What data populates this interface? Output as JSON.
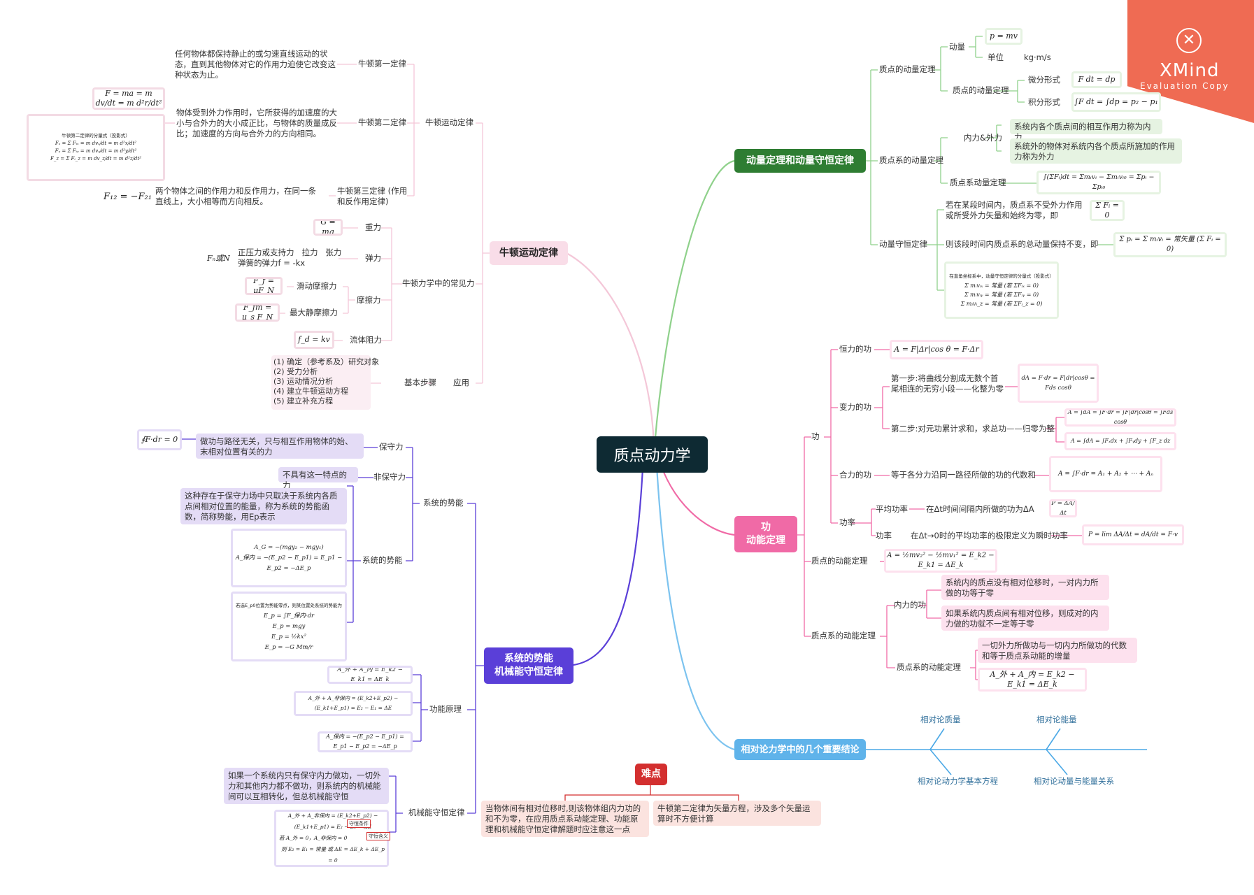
{
  "root": "质点动力学",
  "watermark": {
    "brand": "XMind",
    "subtitle": "Evaluation Copy"
  },
  "colors": {
    "newton": "#f9dde8",
    "momentum": "#2e7d32",
    "work": "#f06aa6",
    "energy": "#5a3fd8",
    "relativity": "#4aa8e6",
    "difficulty": "#d32f2f"
  },
  "newton": {
    "title": "牛顿运动定律",
    "laws": {
      "label": "牛顿运动定律",
      "first": {
        "label": "牛顿第一定律",
        "text": "任何物体都保持静止的或匀速直线运动的状态，直到其他物体对它的作用力迫使它改变这种状态为止。"
      },
      "second": {
        "label": "牛顿第二定律",
        "text": "物体受到外力作用时，它所获得的加速度的大小与合外力的大小成正比，与物体的质量成反比；加速度的方向与合外力的方向相同。",
        "formula": "F = ma = m dv/dt = m d²r/dt²",
        "component_title": "牛顿第二定律的分量式（投影式）"
      },
      "third": {
        "label": "牛顿第三定律\n(作用和反作用定律)",
        "text": "两个物体之间的作用力和反作用力，在同一条直线上，大小相等而方向相反。",
        "formula": "F₁₂ = −F₂₁"
      }
    },
    "forces": {
      "label": "牛顿力学中的常见力",
      "gravity": {
        "label": "重力",
        "formula": "G = mg"
      },
      "elastic": {
        "label": "弹力",
        "text": "正压力或支持力   拉力   张力\n弹簧的弹力f = -kx",
        "formula": "Fₙ或N"
      },
      "friction": {
        "label": "摩擦力",
        "sliding": "滑动摩擦力",
        "sliding_f": "F_f = μF_N",
        "static": "最大静摩擦力",
        "static_f": "F_fm = μ_s F_N"
      },
      "fluid": {
        "label": "流体阻力",
        "formula": "f_d = kv"
      }
    },
    "apply": {
      "label": "应用",
      "steps_label": "基本步骤",
      "steps": "(1) 确定（参考系及）研究对象\n(2) 受力分析\n(3) 运动情况分析\n(4) 建立牛顿运动方程\n(5) 建立补充方程"
    }
  },
  "momentum": {
    "title": "动量定理和动量守恒定律",
    "particle": {
      "label": "质点的动量定理",
      "momentum": "动量",
      "p_formula": "p = mv",
      "unit": "单位",
      "unit_value": "kg·m/s",
      "theorem": "质点的动量定理",
      "diff": "微分形式",
      "diff_f": "F dt = dp",
      "integral": "积分形式",
      "integral_f": "∫F dt = ∫dp = p₂ − p₁"
    },
    "system": {
      "label": "质点系的动量定理",
      "inout": "内力&外力",
      "inner": "系统内各个质点间的相互作用力称为内力",
      "outer": "系统外的物体对系统内各个质点所施加的作用力称为外力",
      "theorem": "质点系动量定理",
      "theorem_f": "∫(ΣFᵢ)dt = Σmᵢvᵢ − Σmᵢvᵢ₀ = Σpᵢ − Σpᵢ₀"
    },
    "conservation": {
      "label": "动量守恒定律",
      "cond": "若在某段时间内，质点系不受外力作用或所受外力矢量和始终为零，即",
      "cond_f": "Σ Fᵢ = 0",
      "result": "则该段时间内质点系的总动量保持不变，即",
      "result_f": "Σ pᵢ = Σ mᵢvᵢ = 常矢量 (Σ Fᵢ = 0)",
      "comp_title": "在直角坐标系中，动量守恒定律的分量式（投影式）",
      "comp": [
        "Σ mᵢvᵢₓ = 常量 (若 ΣFᵢₓ = 0)",
        "Σ mᵢvᵢᵧ = 常量 (若 ΣFᵢᵧ = 0)",
        "Σ mᵢvᵢ_z = 常量 (若 ΣFᵢ_z = 0)"
      ]
    }
  },
  "work": {
    "title": "功\n动能定理",
    "work": {
      "label": "功",
      "constant": {
        "label": "恒力的功",
        "formula": "A = F|Δr|cos θ = F·Δr"
      },
      "variable": {
        "label": "变力的功",
        "step1": "第一步:将曲线分割成无数个首尾相连的无穷小段——化整为零",
        "step1_f": "dA = F·dr = F|dr|cosθ = Fds cosθ",
        "step2": "第二步:对元功累计求和，求总功——归零为整",
        "step2_f1": "A = ∫dA = ∫F·dr = ∫F|dr|cosθ = ∫Fds cosθ",
        "step2_f2": "A = ∫dA = ∫Fₓdx + ∫Fᵧdy + ∫F_z dz"
      },
      "resultant": {
        "label": "合力的功",
        "text": "等于各分力沿同一路径所做的功的代数和",
        "formula": "A = ∫F·dr = A₁ + A₂ + ⋯ + Aₙ"
      },
      "power": {
        "label": "功率",
        "avg": "平均功率",
        "avg_text": "在Δt时间间隔内所做的功为ΔA",
        "avg_f": "P̄ = ΔA/Δt",
        "inst": "功率",
        "inst_text": "在Δt→0时的平均功率的极限定义为瞬时功率",
        "inst_f": "P = lim ΔA/Δt = dA/dt = F·v"
      }
    },
    "particle_ke": {
      "label": "质点的动能定理",
      "formula": "A = ½mv₂² − ½mv₁² = E_k2 − E_k1 = ΔE_k"
    },
    "system_ke": {
      "label": "质点系的动能定理",
      "inner": "内力的功",
      "inner1": "系统内的质点没有相对位移时，一对内力所做的功等于零",
      "inner2": "如果系统内质点间有相对位移，则成对的内力做的功就不一定等于零",
      "theorem": "质点系的动能定理",
      "theorem_text": "一切外力所做功与一切内力所做功的代数和等于质点系动能的增量",
      "theorem_f": "A_外 + A_内 = E_k2 − E_k1 = ΔE_k"
    }
  },
  "energy": {
    "title": "系统的势能\n机械能守恒定律",
    "potential": {
      "label": "系统的势能",
      "conservative": {
        "label": "保守力",
        "text": "做功与路径无关，只与相互作用物体的始、末相对位置有关的力",
        "formula": "∮F·dr = 0"
      },
      "nonconservative": {
        "label": "非保守力",
        "text": "不具有这一特点的力"
      },
      "pe": {
        "label": "系统的势能",
        "text": "这种存在于保守力场中只取决于系统内各质点间相对位置的能量，称为系统的势能函数，简称势能，用Ep表示",
        "f1": "A_G = −(mgy₂ − mgy₁)",
        "f2": "A_保内 = −(E_p2 − E_p1) = E_p1 − E_p2 = −ΔE_p",
        "zero_title": "若选E_p0位置为势能零点，则某位置处系统的势能为",
        "zero_f": "E_p = ∫F_保内·dr",
        "g": "E_p = mgy",
        "k": "E_p = ½kx²",
        "n": "E_p = −G Mm/r"
      }
    },
    "principle": {
      "label": "功能原理",
      "f1": "A_外 + A_内 = E_k2 − E_k1 = ΔE_k",
      "f2": "A_外 + A_非保内 = (E_k2+E_p2) − (E_k1+E_p1) = E₂ − E₁ = ΔE",
      "f3": "A_保内 = −(E_p2 − E_p1) = E_p1 − E_p2 = −ΔE_p"
    },
    "conservation": {
      "label": "机械能守恒定律",
      "text": "如果一个系统内只有保守内力做功，一切外力和其他内力都不做功，则系统内的机械能间可以互相转化，但总机械能守恒",
      "f1": "A_外 + A_非保内 = (E_k2+E_p2) − (E_k1+E_p1) = E₂ − E₁ = ΔE",
      "f2": "若 A_外 = 0，A_非保内 = 0",
      "f3": "则 E₂ = E₁ = 常量  或 ΔE = ΔE_k + ΔE_p = 0",
      "tag1": "守恒条件",
      "tag2": "守恒含义"
    }
  },
  "relativity": {
    "title": "相对论力学中的几个重要结论",
    "items": [
      "相对论质量",
      "相对论动力学基本方程",
      "相对论能量",
      "相对论动量与能量关系"
    ]
  },
  "difficulty": {
    "title": "难点",
    "items": [
      "当物体间有相对位移时,则该物体组内力功的和不为零，在应用质点系动能定理、功能原理和机械能守恒定律解题时应注意这一点",
      "牛顿第二定律为矢量方程，涉及多个矢量运算时不方便计算"
    ]
  }
}
